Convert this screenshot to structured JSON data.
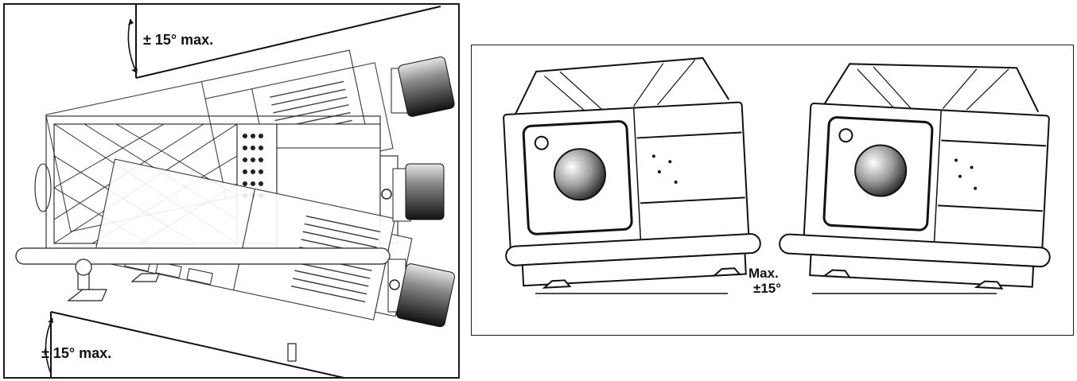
{
  "left_panel": {
    "top_angle_label": "± 15° max.",
    "bottom_angle_label": "± 15° max."
  },
  "right_panel": {
    "angle_label_line1": "Max.",
    "angle_label_line2": "±15°"
  }
}
